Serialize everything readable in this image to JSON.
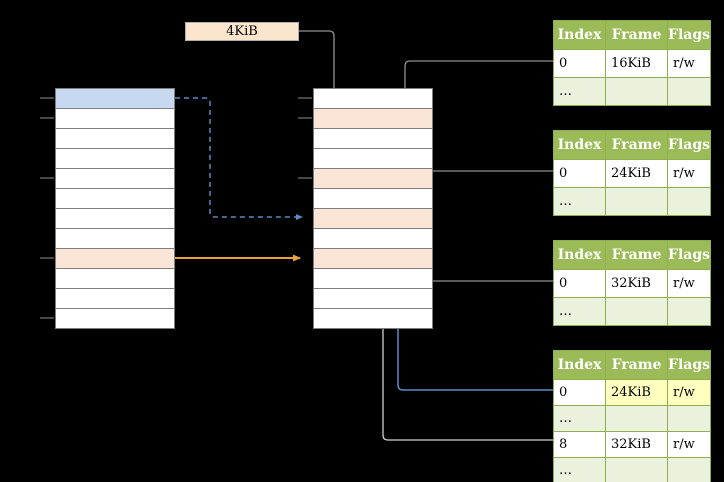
{
  "frame_size_label": "4KiB",
  "virtual_memory": {
    "rows": 12,
    "highlights": [
      {
        "row": 0,
        "color": "#c6d9f0",
        "name": "blue-page-cell"
      },
      {
        "row": 8,
        "color": "#fbe5d6",
        "name": "orange-page-cell"
      }
    ]
  },
  "physical_memory": {
    "rows": 12,
    "highlights": [
      {
        "row": 1,
        "color": "#fbe5d6",
        "name": "frame-4kib-cell"
      },
      {
        "row": 4,
        "color": "#fbe5d6",
        "name": "frame-16kib-cell"
      },
      {
        "row": 6,
        "color": "#fbe5d6",
        "name": "frame-24kib-cell"
      },
      {
        "row": 8,
        "color": "#fbe5d6",
        "name": "frame-32kib-cell"
      }
    ]
  },
  "page_tables": [
    {
      "name": "page-table-1",
      "headers": [
        "Index",
        "Frame",
        "Flags"
      ],
      "rows": [
        {
          "cells": [
            "0",
            "16KiB",
            "r/w"
          ],
          "highlighted_cells": []
        },
        {
          "cells": [
            "…",
            "",
            ""
          ],
          "highlighted_cells": []
        }
      ]
    },
    {
      "name": "page-table-2",
      "headers": [
        "Index",
        "Frame",
        "Flags"
      ],
      "rows": [
        {
          "cells": [
            "0",
            "24KiB",
            "r/w"
          ],
          "highlighted_cells": []
        },
        {
          "cells": [
            "…",
            "",
            ""
          ],
          "highlighted_cells": []
        }
      ]
    },
    {
      "name": "page-table-3",
      "headers": [
        "Index",
        "Frame",
        "Flags"
      ],
      "rows": [
        {
          "cells": [
            "0",
            "32KiB",
            "r/w"
          ],
          "highlighted_cells": []
        },
        {
          "cells": [
            "…",
            "",
            ""
          ],
          "highlighted_cells": []
        }
      ]
    },
    {
      "name": "level2-page-table",
      "headers": [
        "Index",
        "Frame",
        "Flags"
      ],
      "rows": [
        {
          "cells": [
            "0",
            "24KiB",
            "r/w"
          ],
          "highlighted_cells": [
            1,
            2
          ]
        },
        {
          "cells": [
            "…",
            "",
            ""
          ],
          "highlighted_cells": []
        },
        {
          "cells": [
            "8",
            "32KiB",
            "r/w"
          ],
          "highlighted_cells": []
        },
        {
          "cells": [
            "…",
            "",
            ""
          ],
          "highlighted_cells": []
        }
      ]
    }
  ],
  "colors": {
    "background": "#000000",
    "cell_border": "#7f7f7f",
    "table_header_bg": "#9bbb59",
    "table_border": "#8fb04c",
    "table_row_alt_bg": "#eaf1dd",
    "highlight_yellow": "#ffffc0",
    "page_blue": "#c6d9f0",
    "page_orange": "#fbe5d6",
    "label_box_bg": "#fce5cd",
    "arrow_gray": "#909090",
    "arrow_light": "#d0d0d0",
    "arrow_blue": "#5b8ac6",
    "arrow_orange": "#e8a33d"
  }
}
